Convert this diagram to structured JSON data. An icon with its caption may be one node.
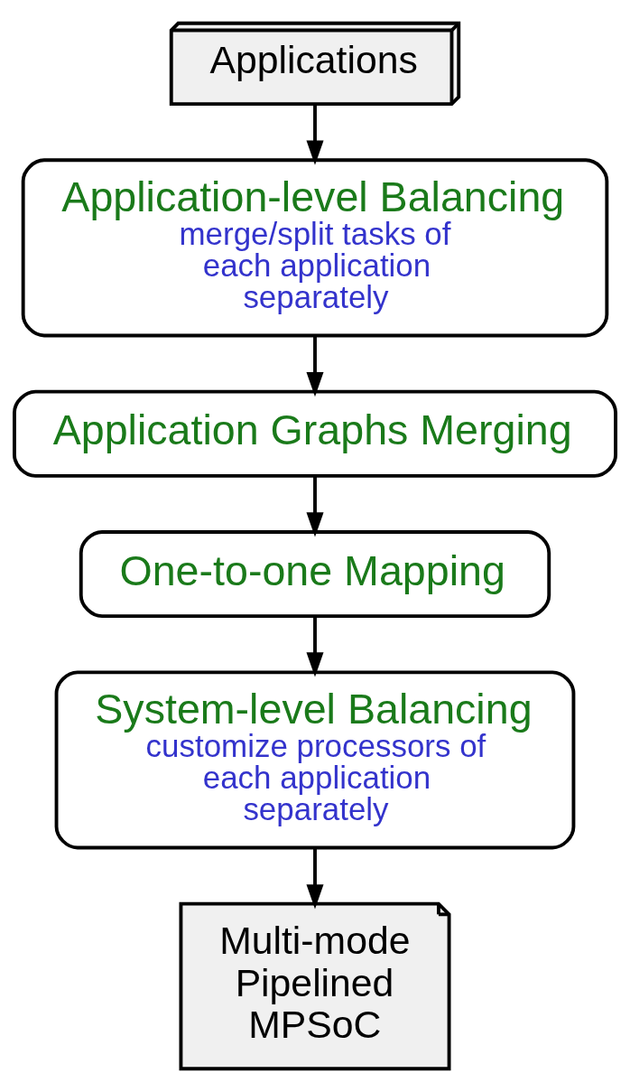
{
  "diagram": {
    "nodes": [
      {
        "text": [
          "Applications"
        ]
      },
      {
        "text": [
          "Application-level Balancing",
          "merge/split tasks of each application separately"
        ]
      },
      {
        "text": [
          "Application Graphs Merging"
        ]
      },
      {
        "text": [
          "One-to-one Mapping"
        ]
      },
      {
        "text": [
          "System-level Balancing",
          "customize processors of each application separately"
        ]
      },
      {
        "text": [
          "Multi-mode Pipelined MPSoC"
        ]
      }
    ],
    "edges": [
      {
        "from": 0,
        "to": 1,
        "arrow": "to"
      },
      {
        "from": 1,
        "to": 2,
        "arrow": "to"
      },
      {
        "from": 2,
        "to": 3,
        "arrow": "to"
      },
      {
        "from": 3,
        "to": 4,
        "arrow": "to"
      },
      {
        "from": 4,
        "to": 5,
        "arrow": "to"
      }
    ]
  }
}
